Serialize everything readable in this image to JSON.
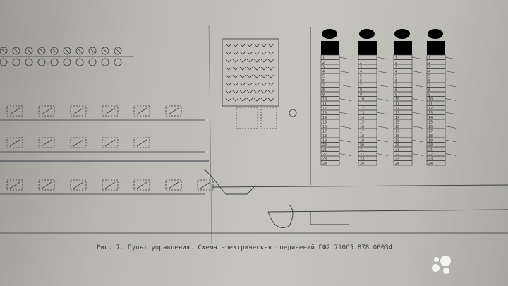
{
  "caption": "Рис. 7. Пульт управления. Схема электрическая соединений ГФ2.710С5.878.00034",
  "watermark": "Avito",
  "terminal_blocks": [
    {
      "rows": [
        "1",
        "2",
        "3",
        "4",
        "5",
        "6",
        "7",
        "8",
        "9",
        "10",
        "11",
        "12",
        "13",
        "14",
        "15",
        "16",
        "17",
        "18",
        "19",
        "20",
        "21",
        "22",
        "23",
        "24"
      ]
    },
    {
      "rows": [
        "1",
        "2",
        "3",
        "4",
        "5",
        "6",
        "7",
        "8",
        "9",
        "10",
        "11",
        "12",
        "13",
        "14",
        "15",
        "16",
        "17",
        "18",
        "19",
        "20",
        "21",
        "22",
        "23",
        "24"
      ]
    },
    {
      "rows": [
        "1",
        "2",
        "3",
        "4",
        "5",
        "6",
        "7",
        "8",
        "9",
        "10",
        "11",
        "12",
        "13",
        "14",
        "15",
        "16",
        "17",
        "18",
        "19",
        "20",
        "21",
        "22",
        "23",
        "24"
      ]
    },
    {
      "rows": [
        "1",
        "2",
        "3",
        "4",
        "5",
        "6",
        "7",
        "8",
        "9",
        "10",
        "11",
        "12",
        "13",
        "14",
        "15",
        "16",
        "17",
        "18",
        "19",
        "20",
        "21",
        "22",
        "23",
        "24"
      ]
    }
  ],
  "colors": {
    "paper": "#bdbbb5",
    "ink": "#3a3a40"
  }
}
